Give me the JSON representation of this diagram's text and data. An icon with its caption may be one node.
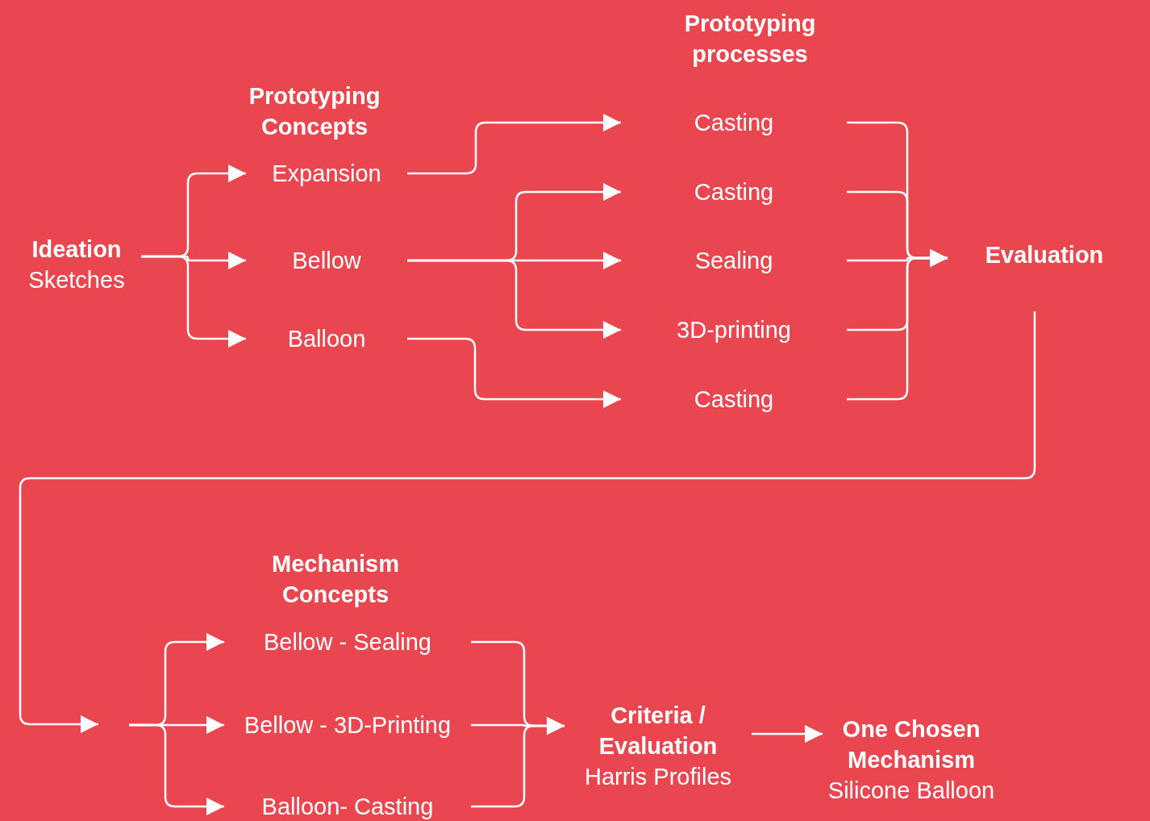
{
  "diagram": {
    "nodes": [
      {
        "text": [
          "Ideation",
          "Sketches"
        ]
      },
      {
        "text": [
          "Expansion"
        ]
      },
      {
        "text": [
          "Bellow"
        ]
      },
      {
        "text": [
          "Balloon"
        ]
      },
      {
        "text": [
          "Casting"
        ]
      },
      {
        "text": [
          "Casting"
        ]
      },
      {
        "text": [
          "Sealing"
        ]
      },
      {
        "text": [
          "3D-printing"
        ]
      },
      {
        "text": [
          "Casting"
        ]
      },
      {
        "text": [
          "Evaluation"
        ]
      },
      {
        "text": [
          "Bellow - Sealing"
        ]
      },
      {
        "text": [
          "Bellow - 3D-Printing"
        ]
      },
      {
        "text": [
          "Balloon- Casting"
        ]
      },
      {
        "text": [
          "Criteria / Evaluation",
          "Harris Profiles"
        ]
      },
      {
        "text": [
          "One Chosen Mechanism",
          "Silicone Balloon"
        ]
      }
    ],
    "edges": [
      {
        "from": 0,
        "to": 1,
        "arrow": "to"
      },
      {
        "from": 0,
        "to": 2,
        "arrow": "to"
      },
      {
        "from": 0,
        "to": 3,
        "arrow": "to"
      },
      {
        "from": 1,
        "to": 4,
        "arrow": "to"
      },
      {
        "from": 2,
        "to": 5,
        "arrow": "to"
      },
      {
        "from": 2,
        "to": 6,
        "arrow": "to"
      },
      {
        "from": 2,
        "to": 7,
        "arrow": "to"
      },
      {
        "from": 3,
        "to": 8,
        "arrow": "to"
      },
      {
        "from": 4,
        "to": 9,
        "arrow": "to"
      },
      {
        "from": 5,
        "to": 9,
        "arrow": "to"
      },
      {
        "from": 6,
        "to": 9,
        "arrow": "to"
      },
      {
        "from": 7,
        "to": 9,
        "arrow": "to"
      },
      {
        "from": 8,
        "to": 9,
        "arrow": "to"
      },
      {
        "from": 9,
        "to": null,
        "arrow": "to"
      },
      {
        "from": null,
        "to": 10,
        "arrow": "to"
      },
      {
        "from": null,
        "to": 11,
        "arrow": "to"
      },
      {
        "from": null,
        "to": 12,
        "arrow": "to"
      },
      {
        "from": 10,
        "to": 13,
        "arrow": "to"
      },
      {
        "from": 11,
        "to": 13,
        "arrow": "to"
      },
      {
        "from": 12,
        "to": 13,
        "arrow": "to"
      },
      {
        "from": 13,
        "to": 14,
        "arrow": "to"
      }
    ],
    "labels": [
      "Prototyping processes",
      "Prototyping Concepts",
      "Mechanism Concepts"
    ]
  }
}
